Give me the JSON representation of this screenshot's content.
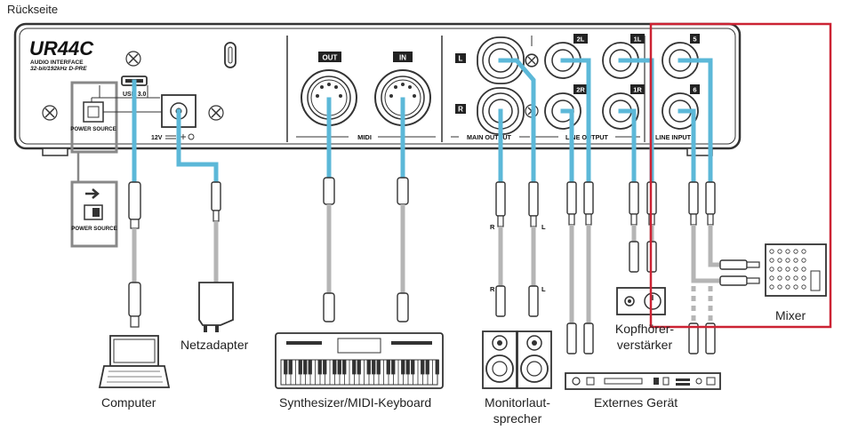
{
  "title": "Rückseite",
  "device": {
    "model": "UR44C",
    "subtitle1": "AUDIO INTERFACE",
    "subtitle2": "32-bit/192kHz D-PRE",
    "usb_label": "USB 3.0",
    "power_source_label": "POWER SOURCE",
    "power_label": "12V",
    "midi_out": "OUT",
    "midi_in": "IN",
    "midi_label": "MIDI",
    "main_output_label": "MAIN OUTPUT",
    "line_output_label": "LINE OUTPUT",
    "line_input_label": "LINE INPUT",
    "main_l": "L",
    "main_r": "R",
    "line_2l": "2L",
    "line_2r": "2R",
    "line_1l": "1L",
    "line_1r": "1R",
    "input_5": "5",
    "input_6": "6"
  },
  "switch_detail": {
    "label": "POWER SOURCE"
  },
  "cable_labels": {
    "r": "R",
    "l": "L"
  },
  "labels": {
    "computer": "Computer",
    "adapter": "Netzadapter",
    "keyboard": "Synthesizer/MIDI-Keyboard",
    "monitor_line1": "Monitorlaut-",
    "monitor_line2": "sprecher",
    "external": "Externes Gerät",
    "headphone_line1": "Kopfhörer-",
    "headphone_line2": "verstärker",
    "mixer": "Mixer"
  },
  "colors": {
    "cable": "#5cb8d8",
    "gray_cable": "#b5b5b5",
    "highlight": "#cc2233",
    "device_border": "#333333"
  }
}
